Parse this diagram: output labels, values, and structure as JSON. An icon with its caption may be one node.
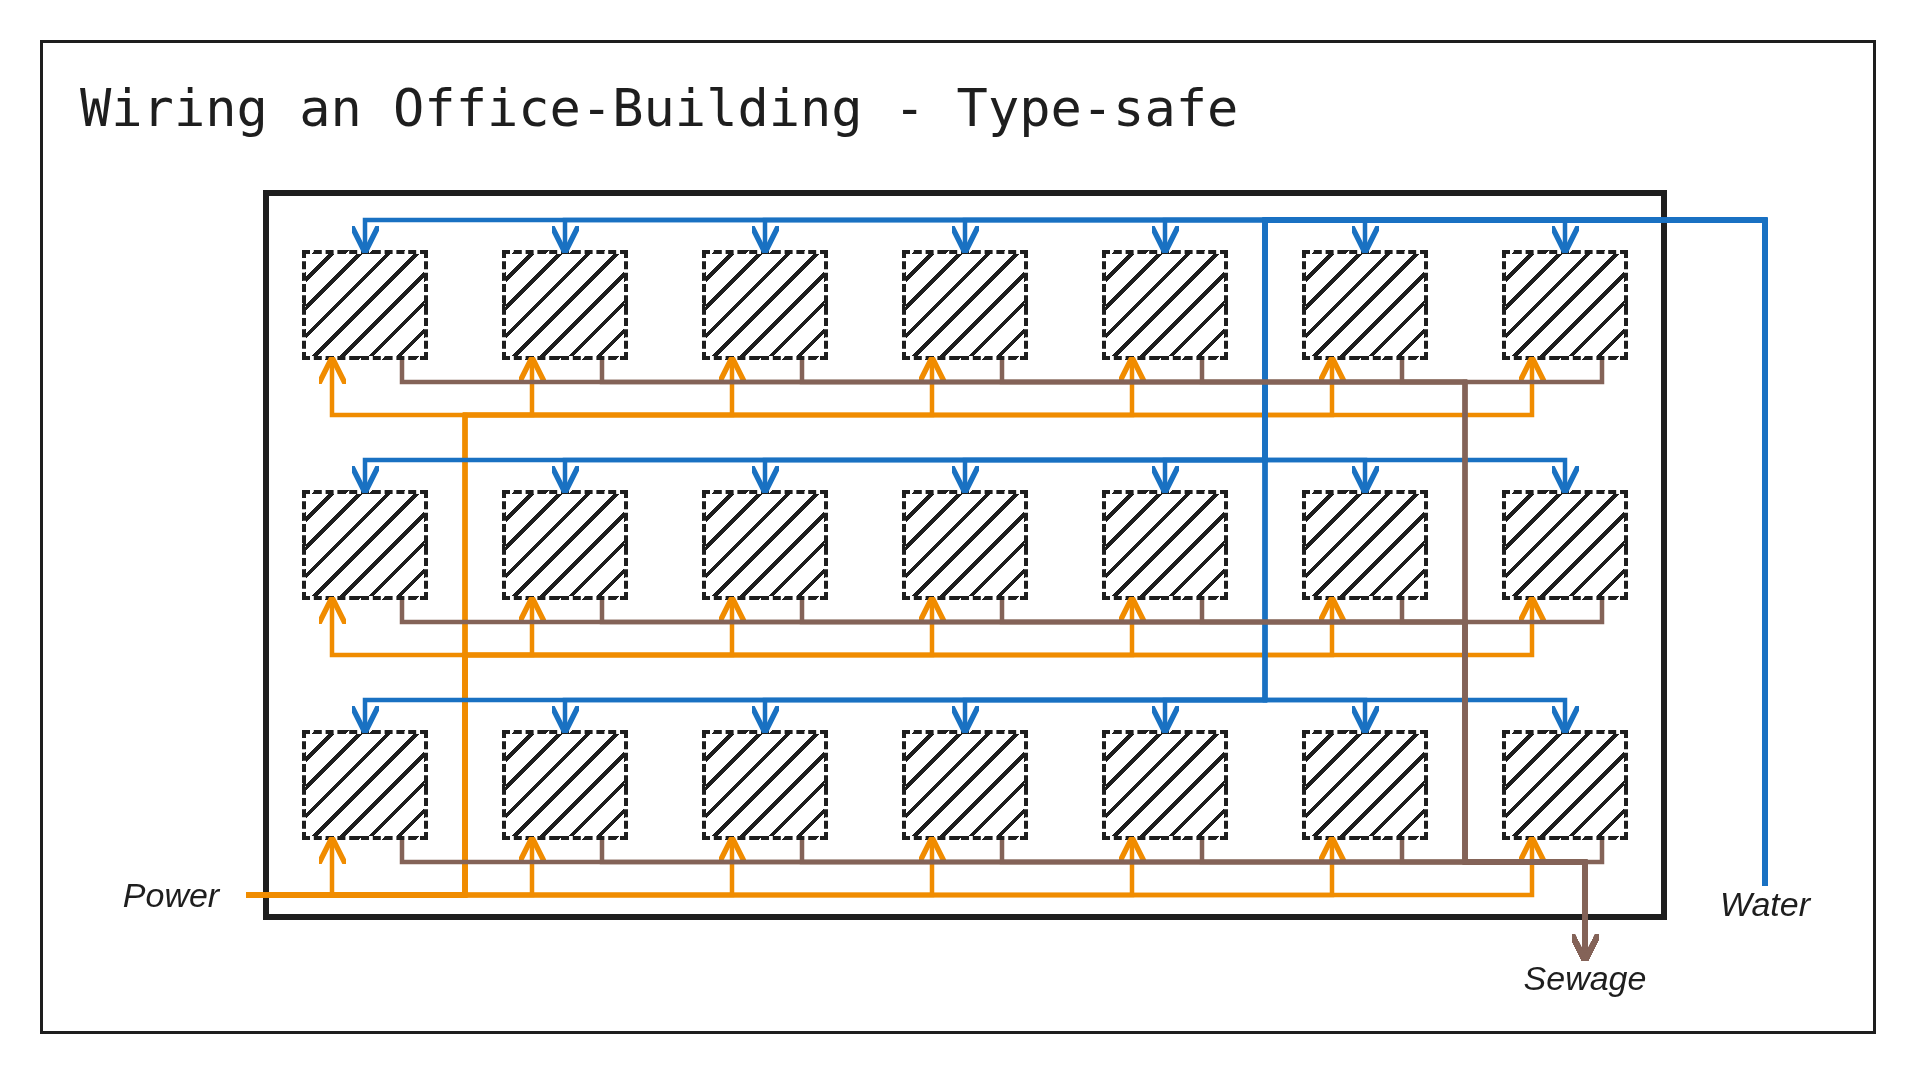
{
  "diagram": {
    "title": "Wiring an Office-Building - Type-safe",
    "nodes": [
      {
        "text": [],
        "shape": "box"
      },
      {
        "text": [],
        "shape": "box",
        "in": 0
      },
      {
        "text": [],
        "shape": "box",
        "in": 0
      },
      {
        "text": [],
        "shape": "box",
        "in": 0
      },
      {
        "text": [],
        "shape": "box",
        "in": 0
      },
      {
        "text": [],
        "shape": "box",
        "in": 0
      },
      {
        "text": [],
        "shape": "box",
        "in": 0
      },
      {
        "text": [],
        "shape": "box",
        "in": 0
      },
      {
        "text": [],
        "shape": "box",
        "in": 0
      },
      {
        "text": [],
        "shape": "box",
        "in": 0
      },
      {
        "text": [],
        "shape": "box",
        "in": 0
      },
      {
        "text": [],
        "shape": "box",
        "in": 0
      },
      {
        "text": [],
        "shape": "box",
        "in": 0
      },
      {
        "text": [],
        "shape": "box",
        "in": 0
      },
      {
        "text": [],
        "shape": "box",
        "in": 0
      },
      {
        "text": [],
        "shape": "box",
        "in": 0
      },
      {
        "text": [],
        "shape": "box",
        "in": 0
      },
      {
        "text": [],
        "shape": "box",
        "in": 0
      },
      {
        "text": [],
        "shape": "box",
        "in": 0
      },
      {
        "text": [],
        "shape": "box",
        "in": 0
      },
      {
        "text": [],
        "shape": "box",
        "in": 0
      },
      {
        "text": [],
        "shape": "box",
        "in": 0
      },
      {
        "text": [
          "Power"
        ]
      },
      {
        "text": [
          "Water"
        ]
      },
      {
        "text": [
          "Sewage"
        ]
      }
    ],
    "edges": [
      {
        "from": 22,
        "to": 1,
        "arrow": "to",
        "color": "#f08c00"
      },
      {
        "from": 22,
        "to": 2,
        "arrow": "to",
        "color": "#f08c00"
      },
      {
        "from": 22,
        "to": 3,
        "arrow": "to",
        "color": "#f08c00"
      },
      {
        "from": 22,
        "to": 4,
        "arrow": "to",
        "color": "#f08c00"
      },
      {
        "from": 22,
        "to": 5,
        "arrow": "to",
        "color": "#f08c00"
      },
      {
        "from": 22,
        "to": 6,
        "arrow": "to",
        "color": "#f08c00"
      },
      {
        "from": 22,
        "to": 7,
        "arrow": "to",
        "color": "#f08c00"
      },
      {
        "from": 22,
        "to": 8,
        "arrow": "to",
        "color": "#f08c00"
      },
      {
        "from": 22,
        "to": 9,
        "arrow": "to",
        "color": "#f08c00"
      },
      {
        "from": 22,
        "to": 10,
        "arrow": "to",
        "color": "#f08c00"
      },
      {
        "from": 22,
        "to": 11,
        "arrow": "to",
        "color": "#f08c00"
      },
      {
        "from": 22,
        "to": 12,
        "arrow": "to",
        "color": "#f08c00"
      },
      {
        "from": 22,
        "to": 13,
        "arrow": "to",
        "color": "#f08c00"
      },
      {
        "from": 22,
        "to": 14,
        "arrow": "to",
        "color": "#f08c00"
      },
      {
        "from": 22,
        "to": 15,
        "arrow": "to",
        "color": "#f08c00"
      },
      {
        "from": 22,
        "to": 16,
        "arrow": "to",
        "color": "#f08c00"
      },
      {
        "from": 22,
        "to": 17,
        "arrow": "to",
        "color": "#f08c00"
      },
      {
        "from": 22,
        "to": 18,
        "arrow": "to",
        "color": "#f08c00"
      },
      {
        "from": 22,
        "to": 19,
        "arrow": "to",
        "color": "#f08c00"
      },
      {
        "from": 22,
        "to": 20,
        "arrow": "to",
        "color": "#f08c00"
      },
      {
        "from": 22,
        "to": 21,
        "arrow": "to",
        "color": "#f08c00"
      },
      {
        "from": 23,
        "to": 1,
        "arrow": "to",
        "color": "#1971c2"
      },
      {
        "from": 23,
        "to": 2,
        "arrow": "to",
        "color": "#1971c2"
      },
      {
        "from": 23,
        "to": 3,
        "arrow": "to",
        "color": "#1971c2"
      },
      {
        "from": 23,
        "to": 4,
        "arrow": "to",
        "color": "#1971c2"
      },
      {
        "from": 23,
        "to": 5,
        "arrow": "to",
        "color": "#1971c2"
      },
      {
        "from": 23,
        "to": 6,
        "arrow": "to",
        "color": "#1971c2"
      },
      {
        "from": 23,
        "to": 7,
        "arrow": "to",
        "color": "#1971c2"
      },
      {
        "from": 23,
        "to": 8,
        "arrow": "to",
        "color": "#1971c2"
      },
      {
        "from": 23,
        "to": 9,
        "arrow": "to",
        "color": "#1971c2"
      },
      {
        "from": 23,
        "to": 10,
        "arrow": "to",
        "color": "#1971c2"
      },
      {
        "from": 23,
        "to": 11,
        "arrow": "to",
        "color": "#1971c2"
      },
      {
        "from": 23,
        "to": 12,
        "arrow": "to",
        "color": "#1971c2"
      },
      {
        "from": 23,
        "to": 13,
        "arrow": "to",
        "color": "#1971c2"
      },
      {
        "from": 23,
        "to": 14,
        "arrow": "to",
        "color": "#1971c2"
      },
      {
        "from": 23,
        "to": 15,
        "arrow": "to",
        "color": "#1971c2"
      },
      {
        "from": 23,
        "to": 16,
        "arrow": "to",
        "color": "#1971c2"
      },
      {
        "from": 23,
        "to": 17,
        "arrow": "to",
        "color": "#1971c2"
      },
      {
        "from": 23,
        "to": 18,
        "arrow": "to",
        "color": "#1971c2"
      },
      {
        "from": 23,
        "to": 19,
        "arrow": "to",
        "color": "#1971c2"
      },
      {
        "from": 23,
        "to": 20,
        "arrow": "to",
        "color": "#1971c2"
      },
      {
        "from": 23,
        "to": 21,
        "arrow": "to",
        "color": "#1971c2"
      },
      {
        "from": 1,
        "to": 24,
        "arrow": "to",
        "color": "#846358"
      },
      {
        "from": 2,
        "to": 24,
        "arrow": "to",
        "color": "#846358"
      },
      {
        "from": 3,
        "to": 24,
        "arrow": "to",
        "color": "#846358"
      },
      {
        "from": 4,
        "to": 24,
        "arrow": "to",
        "color": "#846358"
      },
      {
        "from": 5,
        "to": 24,
        "arrow": "to",
        "color": "#846358"
      },
      {
        "from": 6,
        "to": 24,
        "arrow": "to",
        "color": "#846358"
      },
      {
        "from": 7,
        "to": 24,
        "arrow": "to",
        "color": "#846358"
      },
      {
        "from": 8,
        "to": 24,
        "arrow": "to",
        "color": "#846358"
      },
      {
        "from": 9,
        "to": 24,
        "arrow": "to",
        "color": "#846358"
      },
      {
        "from": 10,
        "to": 24,
        "arrow": "to",
        "color": "#846358"
      },
      {
        "from": 11,
        "to": 24,
        "arrow": "to",
        "color": "#846358"
      },
      {
        "from": 12,
        "to": 24,
        "arrow": "to",
        "color": "#846358"
      },
      {
        "from": 13,
        "to": 24,
        "arrow": "to",
        "color": "#846358"
      },
      {
        "from": 14,
        "to": 24,
        "arrow": "to",
        "color": "#846358"
      },
      {
        "from": 15,
        "to": 24,
        "arrow": "to",
        "color": "#846358"
      },
      {
        "from": 16,
        "to": 24,
        "arrow": "to",
        "color": "#846358"
      },
      {
        "from": 17,
        "to": 24,
        "arrow": "to",
        "color": "#846358"
      },
      {
        "from": 18,
        "to": 24,
        "arrow": "to",
        "color": "#846358"
      },
      {
        "from": 19,
        "to": 24,
        "arrow": "to",
        "color": "#846358"
      },
      {
        "from": 20,
        "to": 24,
        "arrow": "to",
        "color": "#846358"
      },
      {
        "from": 21,
        "to": 24,
        "arrow": "to",
        "color": "#846358"
      }
    ]
  }
}
